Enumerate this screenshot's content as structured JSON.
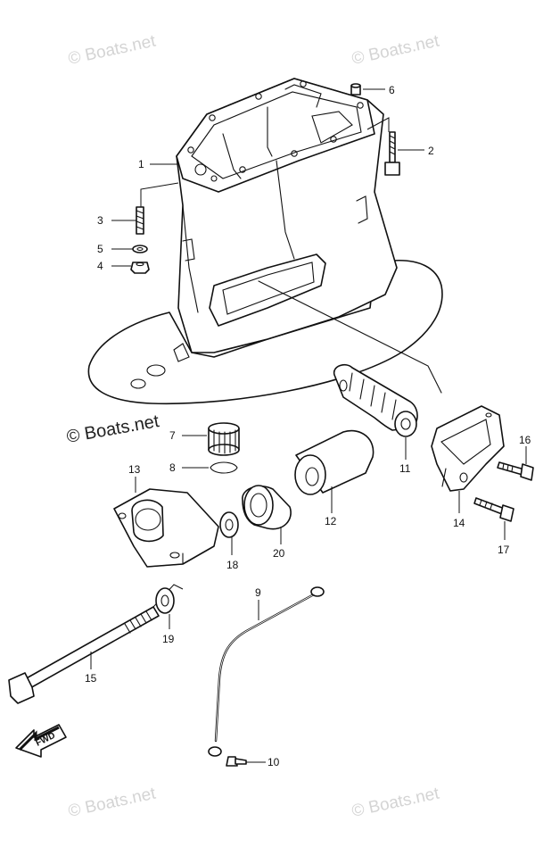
{
  "watermarks": {
    "top_left": "© Boats.net",
    "top_right": "© Boats.net",
    "middle": "© Boats.net",
    "bottom_left": "© Boats.net",
    "bottom_right": "© Boats.net"
  },
  "direction_label": "FWD",
  "callouts": {
    "c1": "1",
    "c2": "2",
    "c3": "3",
    "c4": "4",
    "c5": "5",
    "c6": "6",
    "c7": "7",
    "c8": "8",
    "c9": "9",
    "c10": "10",
    "c11": "11",
    "c12": "12",
    "c13": "13",
    "c14": "14",
    "c15": "15",
    "c16": "16",
    "c17": "17",
    "c18": "18",
    "c19": "19",
    "c20": "20"
  }
}
